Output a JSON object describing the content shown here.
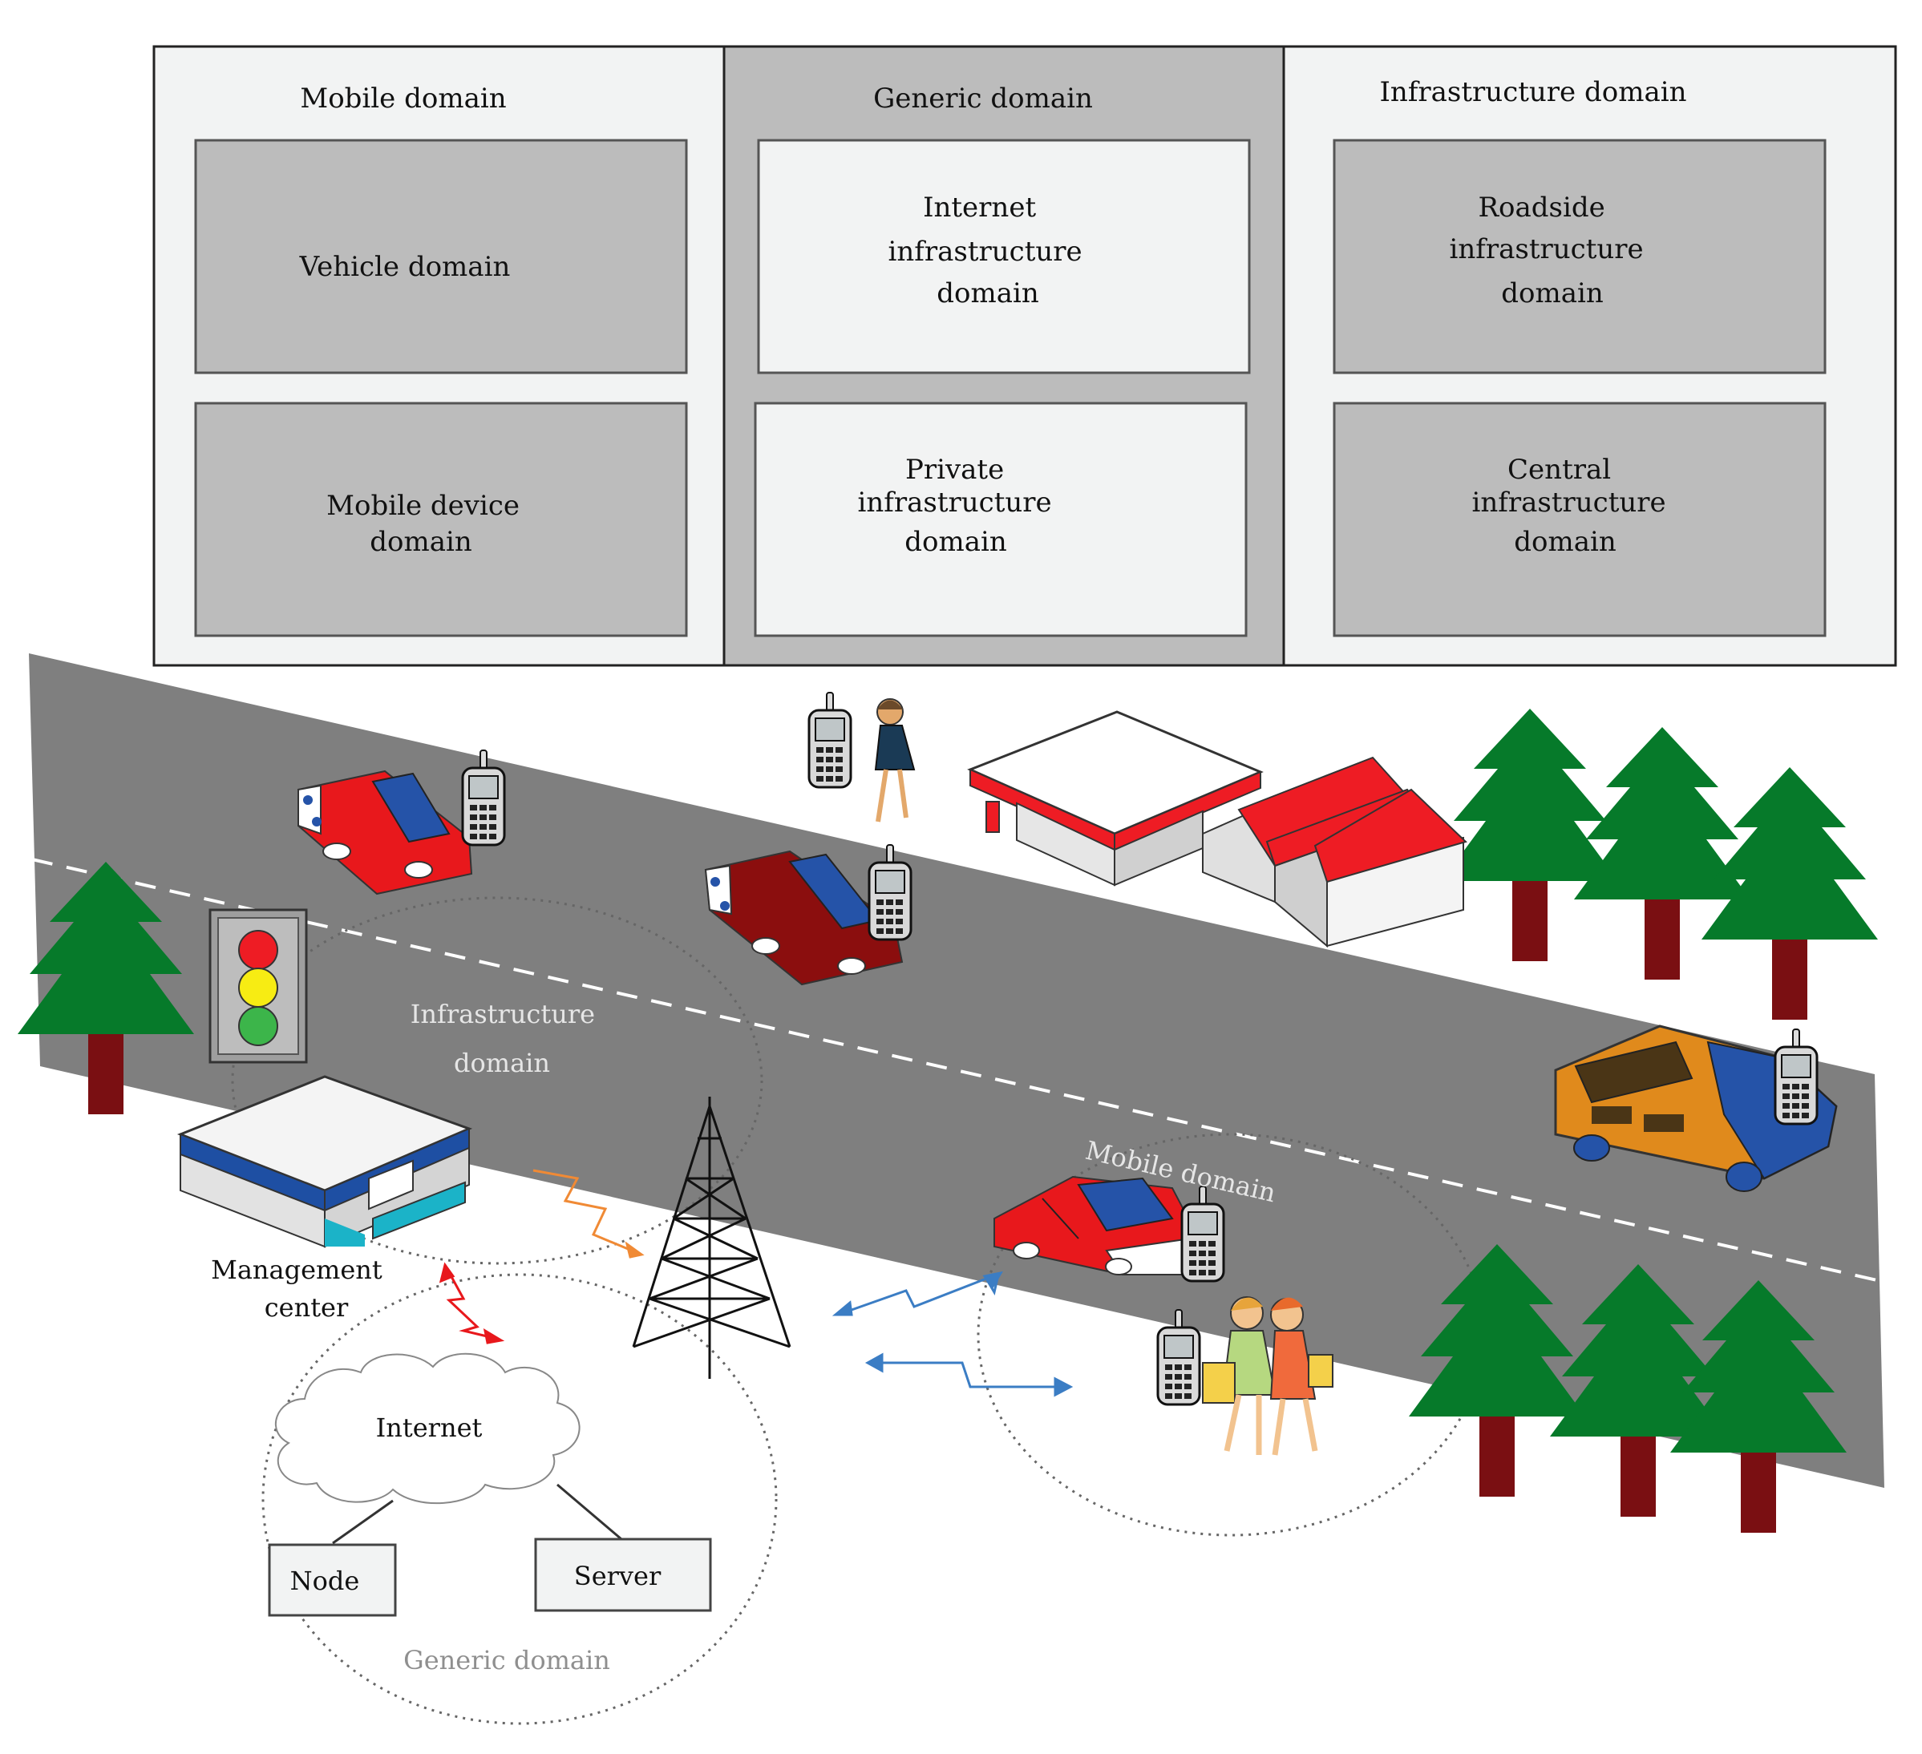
{
  "top_panel": {
    "mobile": {
      "title": "Mobile domain",
      "box1": [
        "Vehicle domain"
      ],
      "box2": [
        "Mobile device",
        "domain"
      ]
    },
    "generic": {
      "title": "Generic domain",
      "box1": [
        "Internet",
        "infrastructure",
        "domain"
      ],
      "box2": [
        "Private",
        "infrastructure",
        "domain"
      ]
    },
    "infrastructure": {
      "title": "Infrastructure domain",
      "box1": [
        "Roadside",
        "infrastructure",
        "domain"
      ],
      "box2": [
        "Central",
        "infrastructure",
        "domain"
      ]
    }
  },
  "scene": {
    "infra_label": [
      "Infrastructure",
      "domain"
    ],
    "mobile_label": "Mobile domain",
    "management_label": [
      "Management",
      "center"
    ],
    "internet_label": "Internet",
    "node_label": "Node",
    "server_label": "Server",
    "generic_label": "Generic domain"
  },
  "colors": {
    "panel_light": "#f2f3f3",
    "panel_dark": "#bcbcbc",
    "road": "#7f7f7f",
    "tree": "#067a2a",
    "trunk": "#7a0f12",
    "car_red": "#e8181c",
    "car_blue": "#2553a8",
    "dark_red": "#8b0e0e",
    "roof_red": "#ee1c24",
    "bus_orange": "#e08a1c",
    "building_blue": "#1e4fa3",
    "building_cyan": "#1bb3c8"
  }
}
